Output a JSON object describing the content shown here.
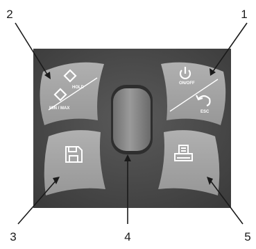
{
  "callouts": [
    {
      "number": "1"
    },
    {
      "number": "2"
    },
    {
      "number": "3"
    },
    {
      "number": "4"
    },
    {
      "number": "5"
    }
  ],
  "buttons": {
    "hold_label": "HOLD",
    "minmax_label": "MIN / MAX",
    "onoff_label": "ON/OFF",
    "esc_label": "ESC"
  },
  "colors": {
    "panel": "#4a4a4a",
    "button": "#a3a3a3",
    "wheel": "#8d8d8d",
    "leader": "#1a1a1a"
  }
}
